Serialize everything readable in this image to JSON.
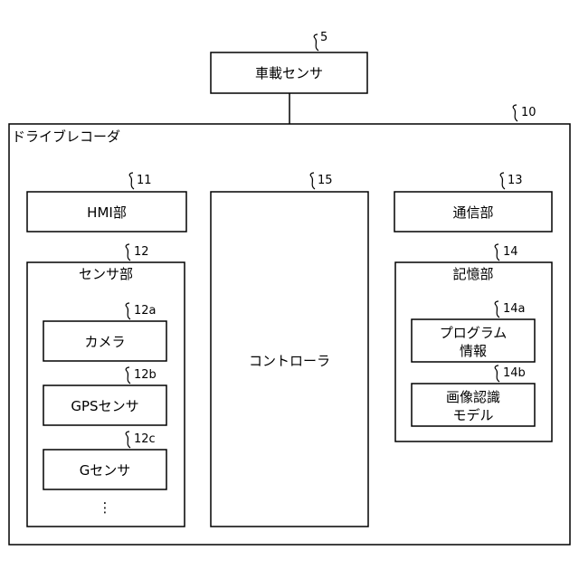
{
  "diagram": {
    "vehicle_sensor": {
      "label": "車載センサ",
      "ref": "5"
    },
    "drive_recorder": {
      "label": "ドライブレコーダ",
      "ref": "10"
    },
    "hmi": {
      "label": "HMI部",
      "ref": "11"
    },
    "sensor_unit": {
      "label": "センサ部",
      "ref": "12"
    },
    "camera": {
      "label": "カメラ",
      "ref": "12a"
    },
    "gps_sensor": {
      "label": "GPSセンサ",
      "ref": "12b"
    },
    "g_sensor": {
      "label": "Gセンサ",
      "ref": "12c"
    },
    "ellipsis": "⋮",
    "comm_unit": {
      "label": "通信部",
      "ref": "13"
    },
    "storage_unit": {
      "label": "記憶部",
      "ref": "14"
    },
    "program_info": {
      "line1": "プログラム",
      "line2": "情報",
      "ref": "14a"
    },
    "image_model": {
      "line1": "画像認識",
      "line2": "モデル",
      "ref": "14b"
    },
    "controller": {
      "label": "コントローラ",
      "ref": "15"
    }
  }
}
